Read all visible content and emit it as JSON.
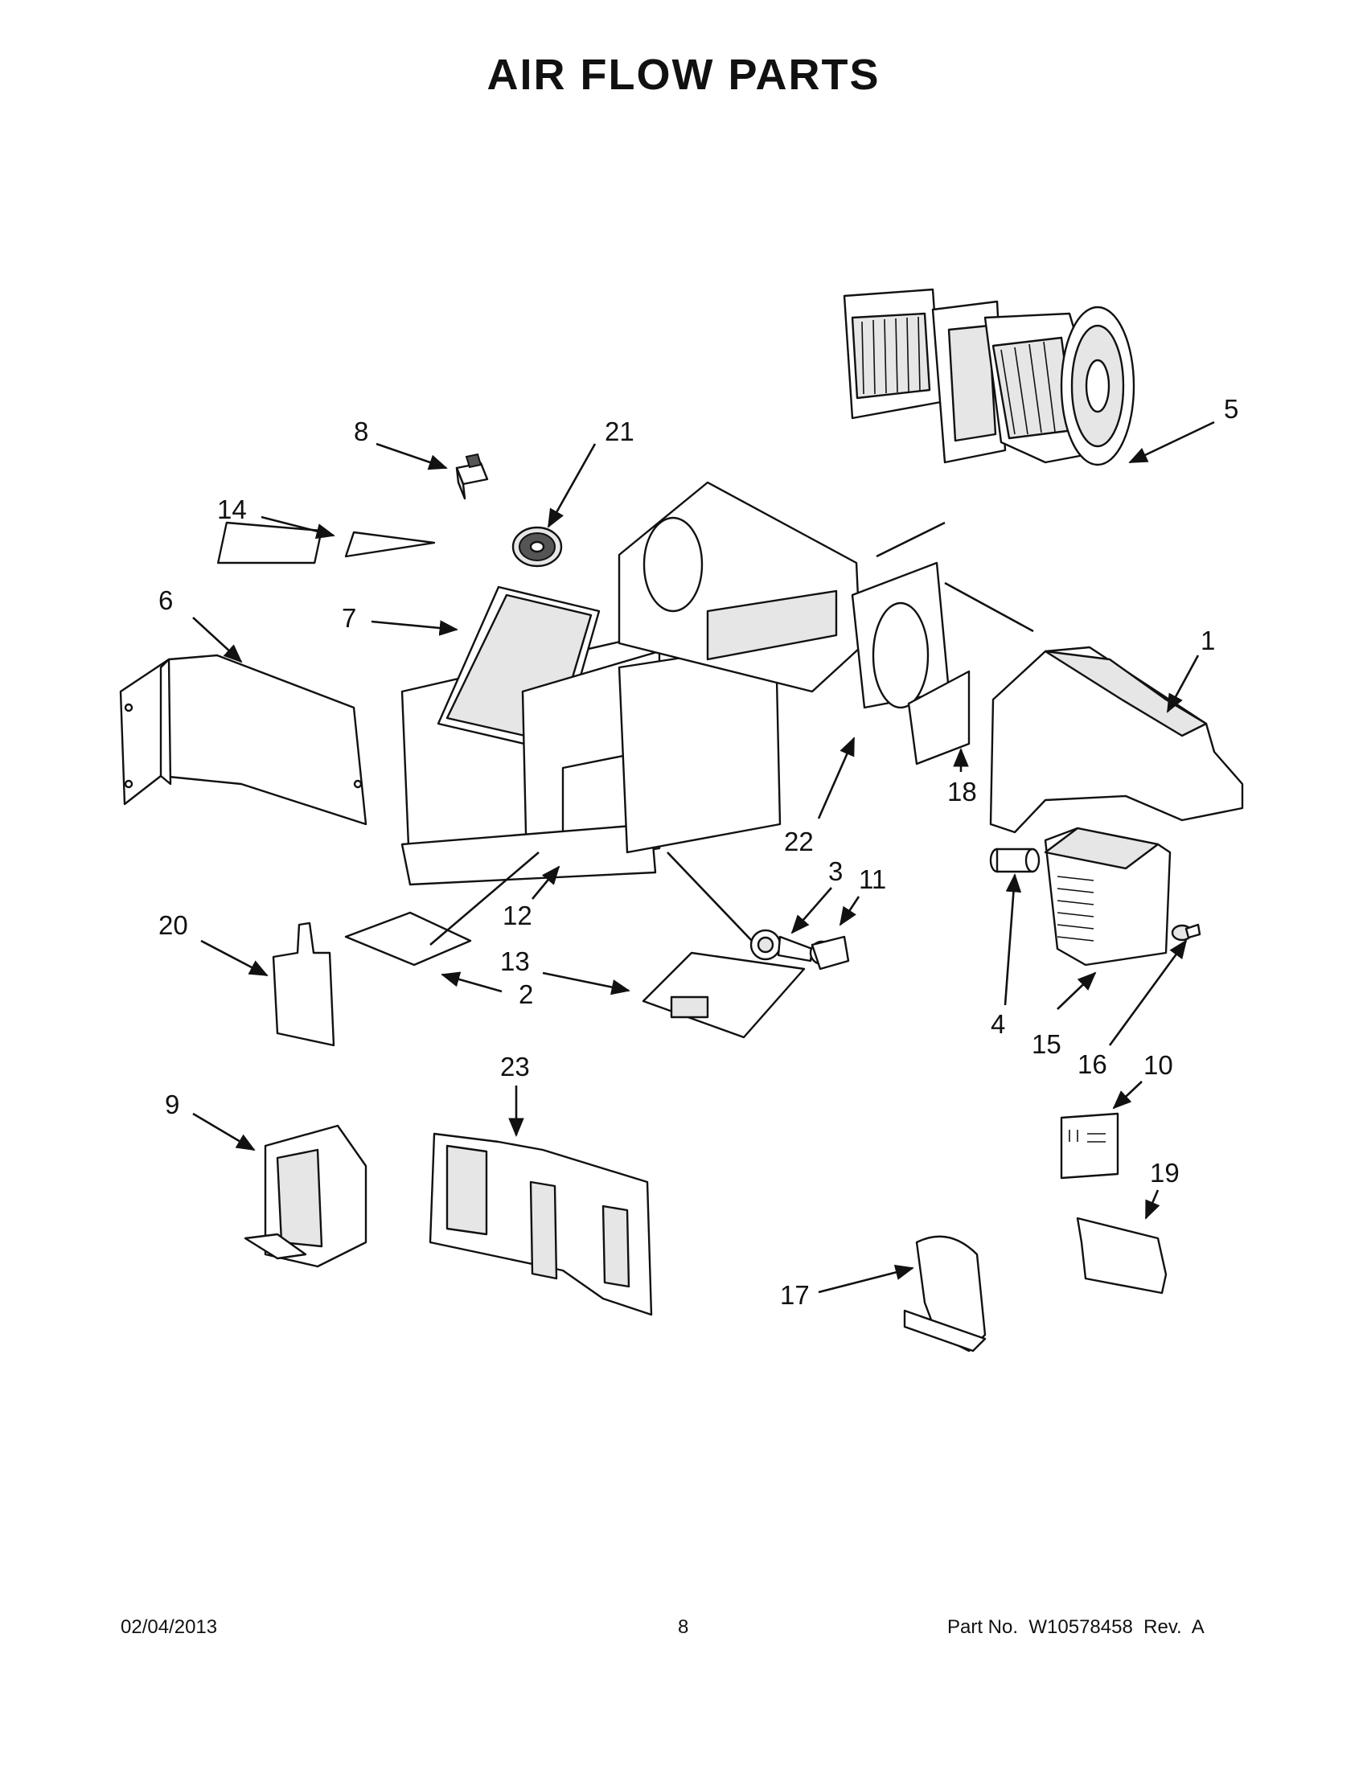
{
  "title": "AIR FLOW PARTS",
  "callouts": [
    {
      "id": "1",
      "label": "1"
    },
    {
      "id": "2",
      "label": "2"
    },
    {
      "id": "3",
      "label": "3"
    },
    {
      "id": "4",
      "label": "4"
    },
    {
      "id": "5",
      "label": "5"
    },
    {
      "id": "6",
      "label": "6"
    },
    {
      "id": "7",
      "label": "7"
    },
    {
      "id": "8",
      "label": "8"
    },
    {
      "id": "9",
      "label": "9"
    },
    {
      "id": "10",
      "label": "10"
    },
    {
      "id": "11",
      "label": "11"
    },
    {
      "id": "12",
      "label": "12"
    },
    {
      "id": "13",
      "label": "13"
    },
    {
      "id": "14",
      "label": "14"
    },
    {
      "id": "15",
      "label": "15"
    },
    {
      "id": "16",
      "label": "16"
    },
    {
      "id": "17",
      "label": "17"
    },
    {
      "id": "18",
      "label": "18"
    },
    {
      "id": "19",
      "label": "19"
    },
    {
      "id": "20",
      "label": "20"
    },
    {
      "id": "21",
      "label": "21"
    },
    {
      "id": "22",
      "label": "22"
    },
    {
      "id": "23",
      "label": "23"
    }
  ],
  "footer": {
    "date": "02/04/2013",
    "page": "8",
    "part": "Part No.  W10578458  Rev.  A"
  }
}
